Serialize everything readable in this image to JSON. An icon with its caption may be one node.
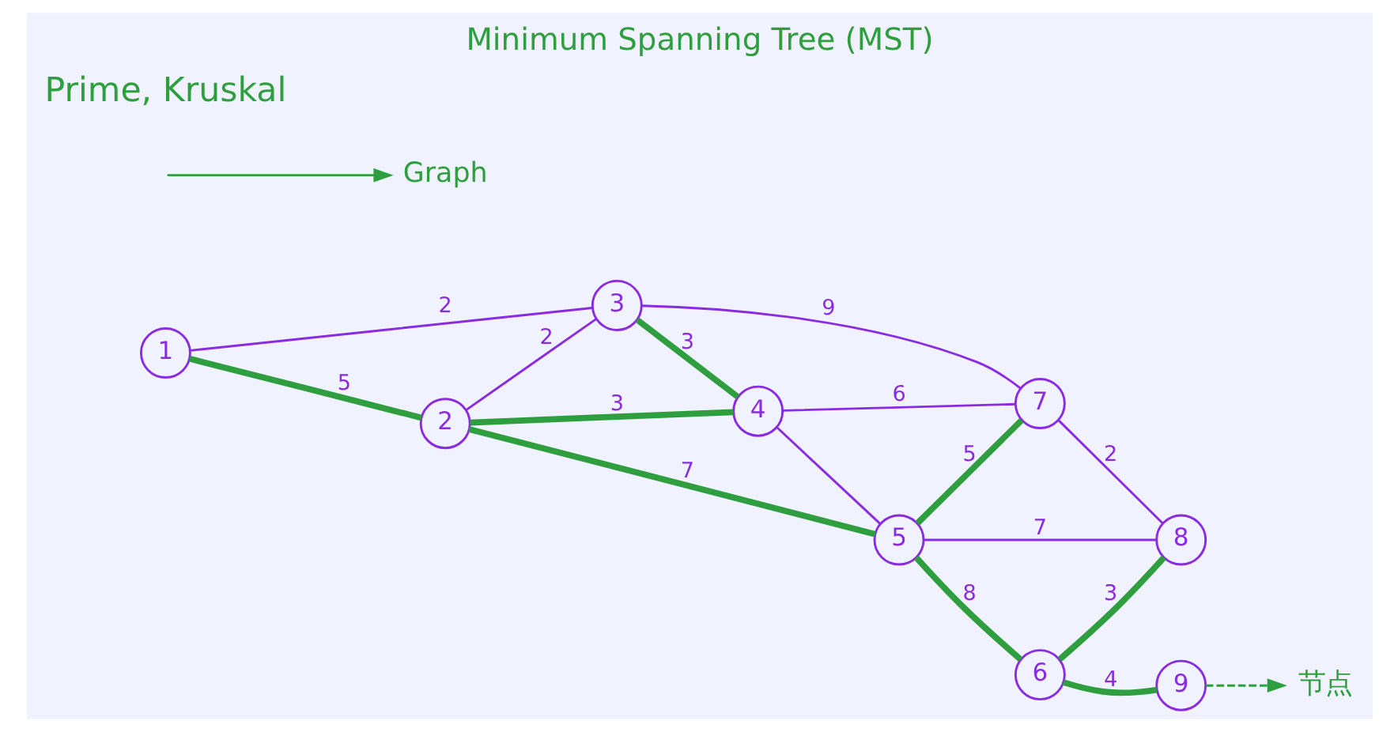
{
  "diagram": {
    "title": "Minimum Spanning Tree (MST)",
    "nodes": [
      {
        "text": [
          "1"
        ]
      },
      {
        "text": [
          "2"
        ]
      },
      {
        "text": [
          "3"
        ]
      },
      {
        "text": [
          "4"
        ]
      },
      {
        "text": [
          "5"
        ]
      },
      {
        "text": [
          "6"
        ]
      },
      {
        "text": [
          "7"
        ]
      },
      {
        "text": [
          "8"
        ]
      },
      {
        "text": [
          "9"
        ]
      },
      {
        "text": [
          "节点"
        ]
      },
      {
        "text": [
          "Graph"
        ]
      }
    ],
    "edges": [
      {
        "from": 0,
        "to": 1,
        "arrow": "none",
        "label": "5",
        "style": "thick",
        "color": "#2e9e3e"
      },
      {
        "from": 0,
        "to": 2,
        "arrow": "none",
        "label": "2",
        "color": "#8a2be2"
      },
      {
        "from": 1,
        "to": 2,
        "arrow": "none",
        "label": "2",
        "color": "#8a2be2"
      },
      {
        "from": 1,
        "to": 3,
        "arrow": "none",
        "label": "3",
        "style": "thick",
        "color": "#2e9e3e"
      },
      {
        "from": 1,
        "to": 4,
        "arrow": "none",
        "label": "7",
        "style": "thick",
        "color": "#2e9e3e"
      },
      {
        "from": 2,
        "to": 3,
        "arrow": "none",
        "label": "3",
        "style": "thick",
        "color": "#2e9e3e"
      },
      {
        "from": 2,
        "to": 6,
        "arrow": "none",
        "label": "9",
        "color": "#8a2be2"
      },
      {
        "from": 3,
        "to": 4,
        "arrow": "none",
        "color": "#8a2be2"
      },
      {
        "from": 3,
        "to": 6,
        "arrow": "none",
        "label": "6",
        "color": "#8a2be2"
      },
      {
        "from": 4,
        "to": 5,
        "arrow": "none",
        "label": "8",
        "style": "thick",
        "color": "#2e9e3e"
      },
      {
        "from": 4,
        "to": 6,
        "arrow": "none",
        "label": "5",
        "style": "thick",
        "color": "#2e9e3e"
      },
      {
        "from": 4,
        "to": 7,
        "arrow": "none",
        "label": "7",
        "color": "#8a2be2"
      },
      {
        "from": 5,
        "to": 7,
        "arrow": "none",
        "label": "3",
        "style": "thick",
        "color": "#2e9e3e"
      },
      {
        "from": 5,
        "to": 8,
        "arrow": "none",
        "label": "4",
        "style": "thick",
        "color": "#2e9e3e"
      },
      {
        "from": 6,
        "to": 7,
        "arrow": "none",
        "label": "2",
        "color": "#8a2be2"
      },
      {
        "from": 8,
        "to": 9,
        "arrow": "to",
        "style": "dashed",
        "color": "#2e9e3e"
      },
      {
        "from": null,
        "to": 10,
        "arrow": "to",
        "color": "#2e9e3e"
      }
    ],
    "labels": [
      "Prime, Kruskal"
    ]
  }
}
